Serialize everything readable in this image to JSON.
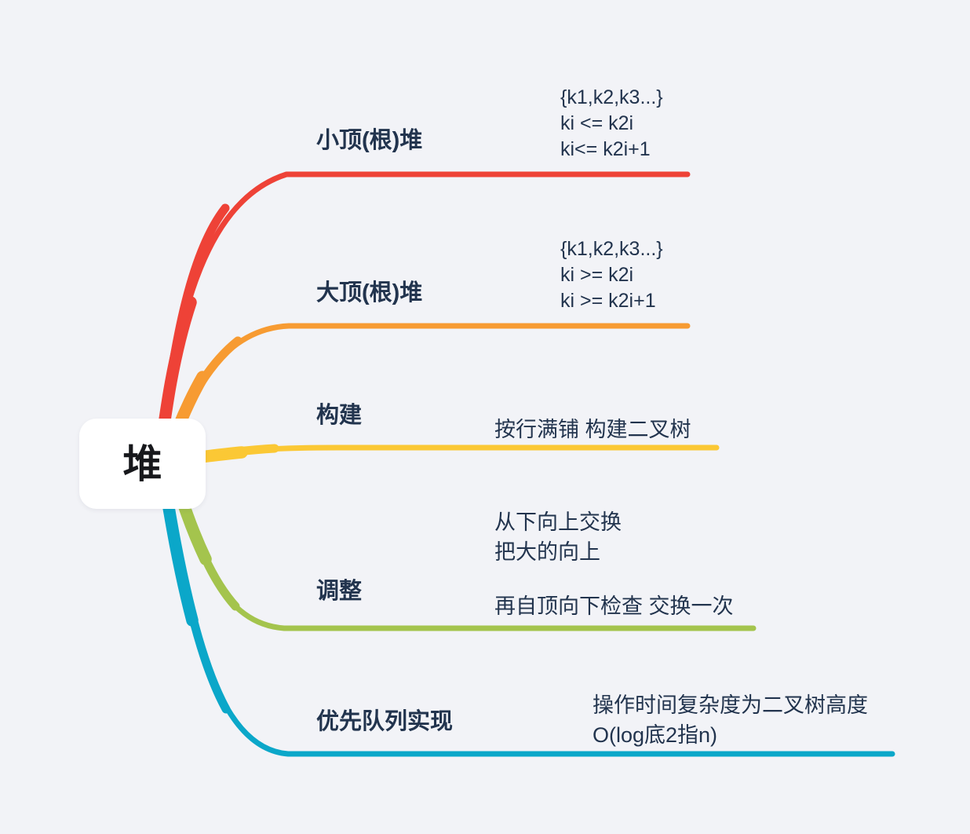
{
  "palette": {
    "background": "#f2f3f7",
    "topic_text": "#22344e",
    "root_text": "#17181c",
    "root_node_bg": "#ffffff"
  },
  "root": {
    "label": "堆"
  },
  "branches": [
    {
      "id": "min-heap",
      "label": "小顶(根)堆",
      "color": "#ee4237",
      "notes": [
        {
          "lines": [
            "{k1,k2,k3...}",
            "ki <= k2i",
            "ki<= k2i+1"
          ]
        }
      ]
    },
    {
      "id": "max-heap",
      "label": "大顶(根)堆",
      "color": "#f79b32",
      "notes": [
        {
          "lines": [
            "{k1,k2,k3...}",
            "ki >= k2i",
            "ki >= k2i+1"
          ]
        }
      ]
    },
    {
      "id": "build",
      "label": "构建",
      "color": "#fbc835",
      "notes": [
        {
          "lines": [
            "按行满铺 构建二叉树"
          ]
        }
      ]
    },
    {
      "id": "adjust",
      "label": "调整",
      "color": "#a4c44d",
      "notes": [
        {
          "lines": [
            "从下向上交换",
            "把大的向上"
          ]
        },
        {
          "lines": [
            "再自顶向下检查 交换一次"
          ]
        }
      ]
    },
    {
      "id": "priority-queue",
      "label": "优先队列实现",
      "color": "#0ba7c9",
      "notes": [
        {
          "lines": [
            "操作时间复杂度为二叉树高度",
            "O(log底2指n)"
          ]
        }
      ]
    }
  ]
}
